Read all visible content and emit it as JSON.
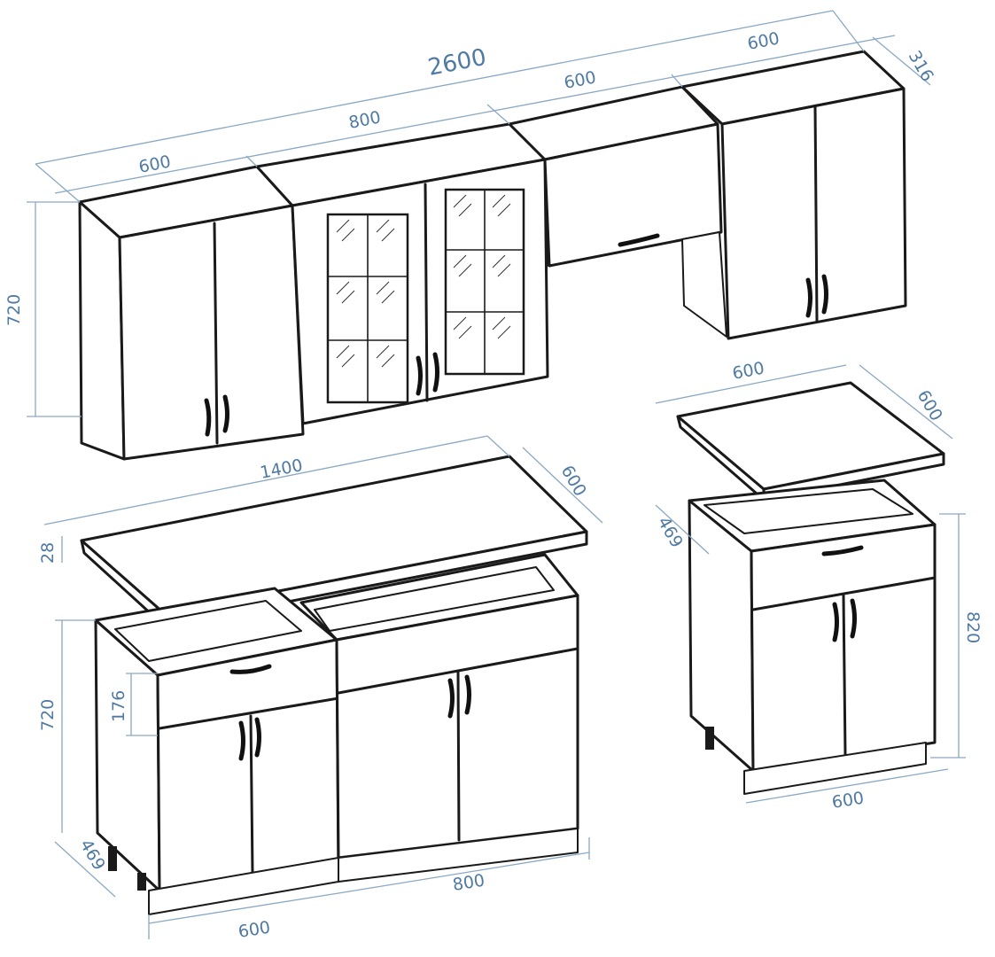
{
  "diagram": {
    "dims": {
      "total_width": "2600",
      "upper_left_width": "600",
      "upper_glass_width": "800",
      "upper_hood_width": "600",
      "upper_right_width": "600",
      "upper_depth": "316",
      "upper_height": "720",
      "base_long_width": "1400",
      "base_long_depth": "600",
      "worktop_thickness": "28",
      "base_height": "720",
      "drawer_height": "176",
      "base_depth_left": "469",
      "base_left_width": "600",
      "base_mid_width": "800",
      "single_top_width": "600",
      "single_top_depth": "600",
      "single_depth": "469",
      "single_height": "820",
      "single_width": "600"
    },
    "colors": {
      "line": "#1a1a1a",
      "dimension": "#4f7aa3",
      "background": "#ffffff"
    }
  }
}
